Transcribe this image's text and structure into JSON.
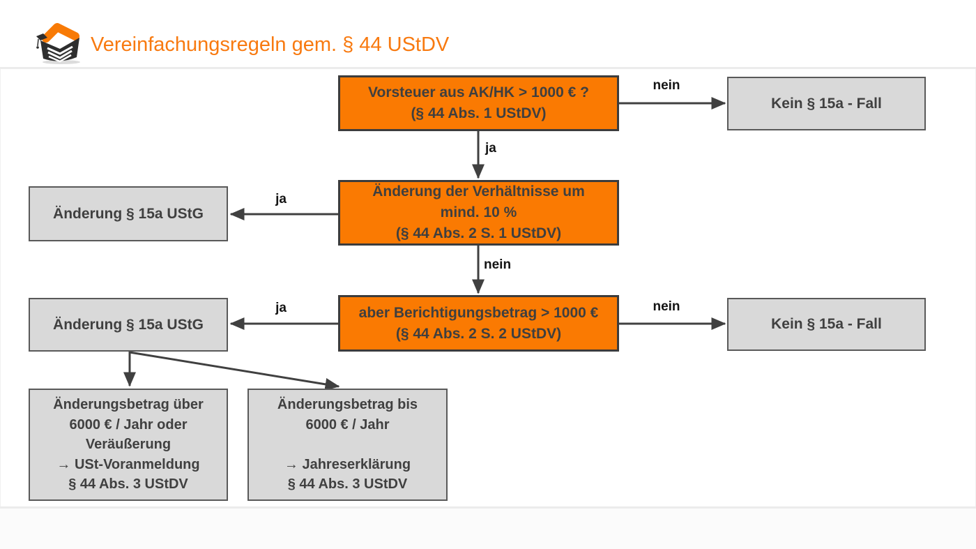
{
  "header": {
    "title": "Vereinfachungsregeln gem. § 44 UStDV",
    "logo": "open-book-with-graduation-cap"
  },
  "colors": {
    "title_orange": "#f87a10",
    "decision_fill": "#fa7a02",
    "decision_border": "#3c3c3c",
    "result_fill": "#d9d9d9",
    "result_border": "#595959",
    "arrow": "#404040",
    "text_dark": "#3f3f3f"
  },
  "flow": {
    "nodes": [
      {
        "id": "q1",
        "type": "decision",
        "lines": [
          "Vorsteuer aus AK/HK > 1000 € ?",
          "(§ 44 Abs. 1 UStDV)"
        ]
      },
      {
        "id": "kein-fall-top",
        "type": "result",
        "lines": [
          "Kein § 15a - Fall"
        ]
      },
      {
        "id": "q2",
        "type": "decision",
        "lines": [
          "Änderung der Verhältnisse um",
          "mind. 10 %",
          "(§ 44 Abs. 2 S. 1 UStDV)"
        ]
      },
      {
        "id": "aenderung-15a-1",
        "type": "result",
        "lines": [
          "Änderung § 15a UStG"
        ]
      },
      {
        "id": "q3",
        "type": "decision",
        "lines": [
          "aber Berichtigungsbetrag > 1000 €",
          "(§ 44 Abs. 2 S. 2 UStDV)"
        ]
      },
      {
        "id": "aenderung-15a-2",
        "type": "result",
        "lines": [
          "Änderung § 15a UStG"
        ]
      },
      {
        "id": "kein-fall-bottom",
        "type": "result",
        "lines": [
          "Kein § 15a - Fall"
        ]
      },
      {
        "id": "ueber-6000",
        "type": "result",
        "lines": [
          "Änderungsbetrag über",
          "6000 € / Jahr oder",
          "Veräußerung",
          "→ USt-Voranmeldung",
          "§ 44 Abs. 3 UStDV"
        ]
      },
      {
        "id": "bis-6000",
        "type": "result",
        "lines": [
          "Änderungsbetrag bis",
          "6000 € / Jahr",
          "",
          "→ Jahreserklärung",
          "§ 44 Abs. 3 UStDV"
        ]
      }
    ],
    "edge_labels": [
      {
        "id": "q1-to-kein",
        "text": "nein"
      },
      {
        "id": "q1-to-q2",
        "text": "ja"
      },
      {
        "id": "q2-to-aenderung",
        "text": "ja"
      },
      {
        "id": "q2-to-q3",
        "text": "nein"
      },
      {
        "id": "q3-to-aenderung",
        "text": "ja"
      },
      {
        "id": "q3-to-kein",
        "text": "nein"
      }
    ]
  }
}
